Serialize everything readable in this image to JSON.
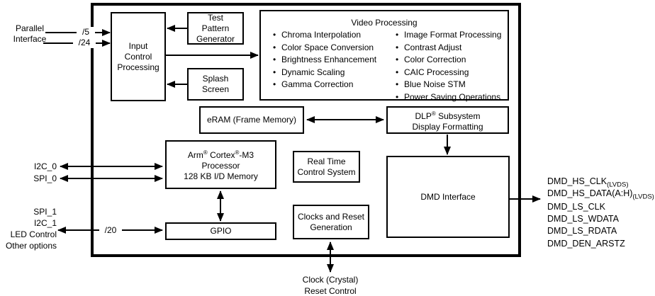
{
  "diagram": {
    "colors": {
      "line": "#000000",
      "background": "#ffffff",
      "box_fill": "#ffffff"
    },
    "left": {
      "parallel_interface_line1": "Parallel",
      "parallel_interface_line2": "Interface",
      "bus_5": "/5",
      "bus_24": "/24",
      "i2c_0": "I2C_0",
      "spi_0": "SPI_0",
      "spi_1": "SPI_1",
      "i2c_1": "I2C_1",
      "led_control": "LED Control",
      "other_options": "Other options",
      "bus_20": "/20"
    },
    "boxes": {
      "input_control_processing": {
        "line1": "Input",
        "line2": "Control",
        "line3": "Processing"
      },
      "test_pattern_generator": {
        "line1": "Test",
        "line2": "Pattern",
        "line3": "Generator"
      },
      "splash_screen": {
        "line1": "Splash",
        "line2": "Screen"
      },
      "video_processing": {
        "title": "Video Processing",
        "col1": [
          "Chroma Interpolation",
          "Color Space Conversion",
          "Brightness Enhancement",
          "Dynamic Scaling",
          "Gamma Correction"
        ],
        "col2": [
          "Image Format Processing",
          "Contrast Adjust",
          "Color Correction",
          "CAIC Processing",
          "Blue Noise STM",
          "Power Saving Operations"
        ]
      },
      "eram": {
        "label": "eRAM (Frame Memory)"
      },
      "dlp_subsystem": {
        "line1_a": "DLP",
        "line1_reg": "®",
        "line1_b": " Subsystem",
        "line2": "Display Formatting"
      },
      "arm_cortex": {
        "line1_a": "Arm",
        "line1_reg1": "®",
        "line1_b": " Cortex",
        "line1_reg2": "®",
        "line1_c": "-M3",
        "line2": "Processor",
        "line3": "128 KB I/D Memory"
      },
      "real_time": {
        "line1": "Real Time",
        "line2": "Control System"
      },
      "gpio": {
        "label": "GPIO"
      },
      "clocks_reset": {
        "line1": "Clocks and Reset",
        "line2": "Generation"
      },
      "dmd_interface": {
        "label": "DMD Interface"
      }
    },
    "right": {
      "dmd_hs_clk": {
        "main": "DMD_HS_CLK",
        "sub": "(LVDS)"
      },
      "dmd_hs_data": {
        "main": "DMD_HS_DATA(A:H)",
        "sub": "(LVDS)"
      },
      "dmd_ls_clk": "DMD_LS_CLK",
      "dmd_ls_wdata": "DMD_LS_WDATA",
      "dmd_ls_rdata": "DMD_LS_RDATA",
      "dmd_den_arstz": "DMD_DEN_ARSTZ"
    },
    "bottom": {
      "clock_crystal": "Clock (Crystal)",
      "reset_control": "Reset Control"
    }
  }
}
